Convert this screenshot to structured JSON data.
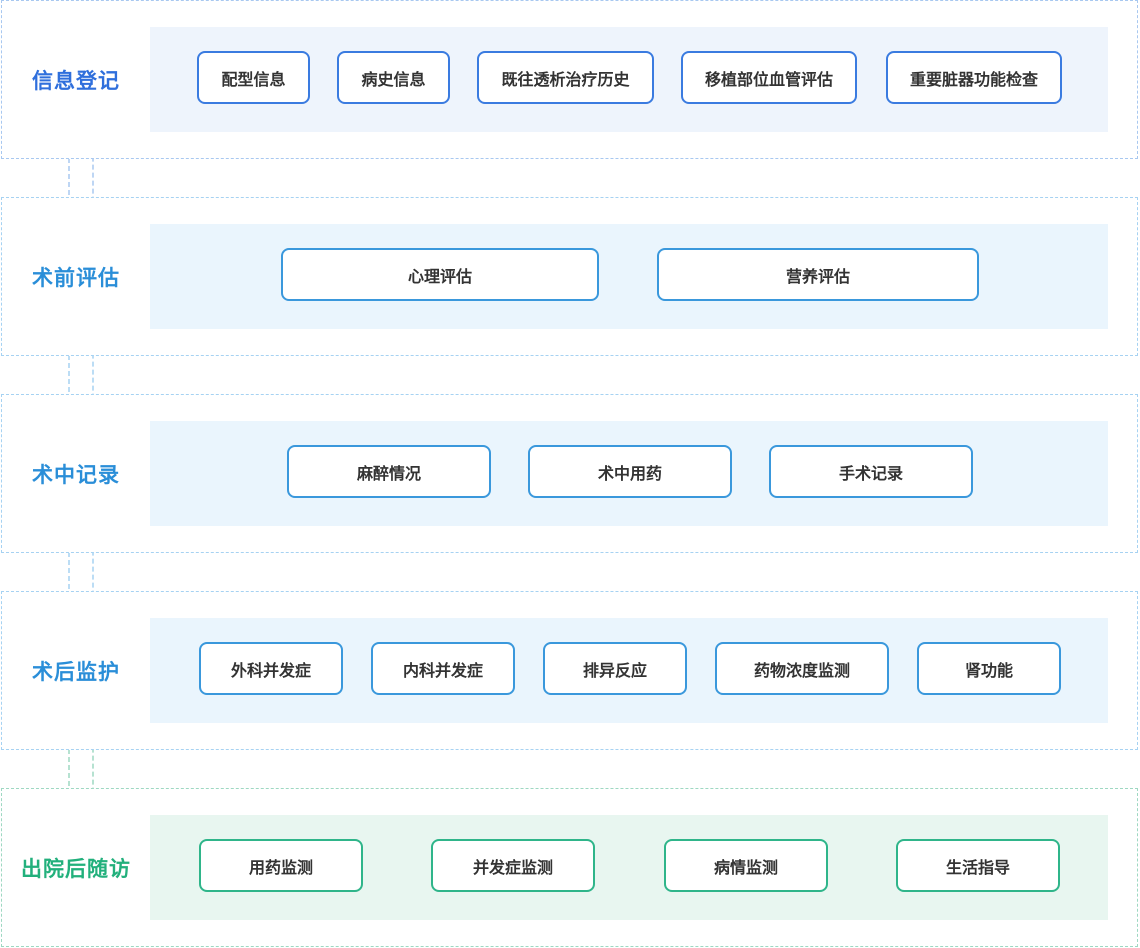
{
  "stages": [
    {
      "title": "信息登记",
      "items": [
        "配型信息",
        "病史信息",
        "既往透析治疗历史",
        "移植部位血管评估",
        "重要脏器功能检查"
      ]
    },
    {
      "title": "术前评估",
      "items": [
        "心理评估",
        "营养评估"
      ]
    },
    {
      "title": "术中记录",
      "items": [
        "麻醉情况",
        "术中用药",
        "手术记录"
      ]
    },
    {
      "title": "术后监护",
      "items": [
        "外科并发症",
        "内科并发症",
        "排异反应",
        "药物浓度监测",
        "肾功能"
      ]
    },
    {
      "title": "出院后随访",
      "items": [
        "用药监测",
        "并发症监测",
        "病情监测",
        "生活指导"
      ]
    }
  ],
  "colors": {
    "blue": "#3a7be0",
    "sky": "#3a98dc",
    "green": "#2fb58a"
  }
}
